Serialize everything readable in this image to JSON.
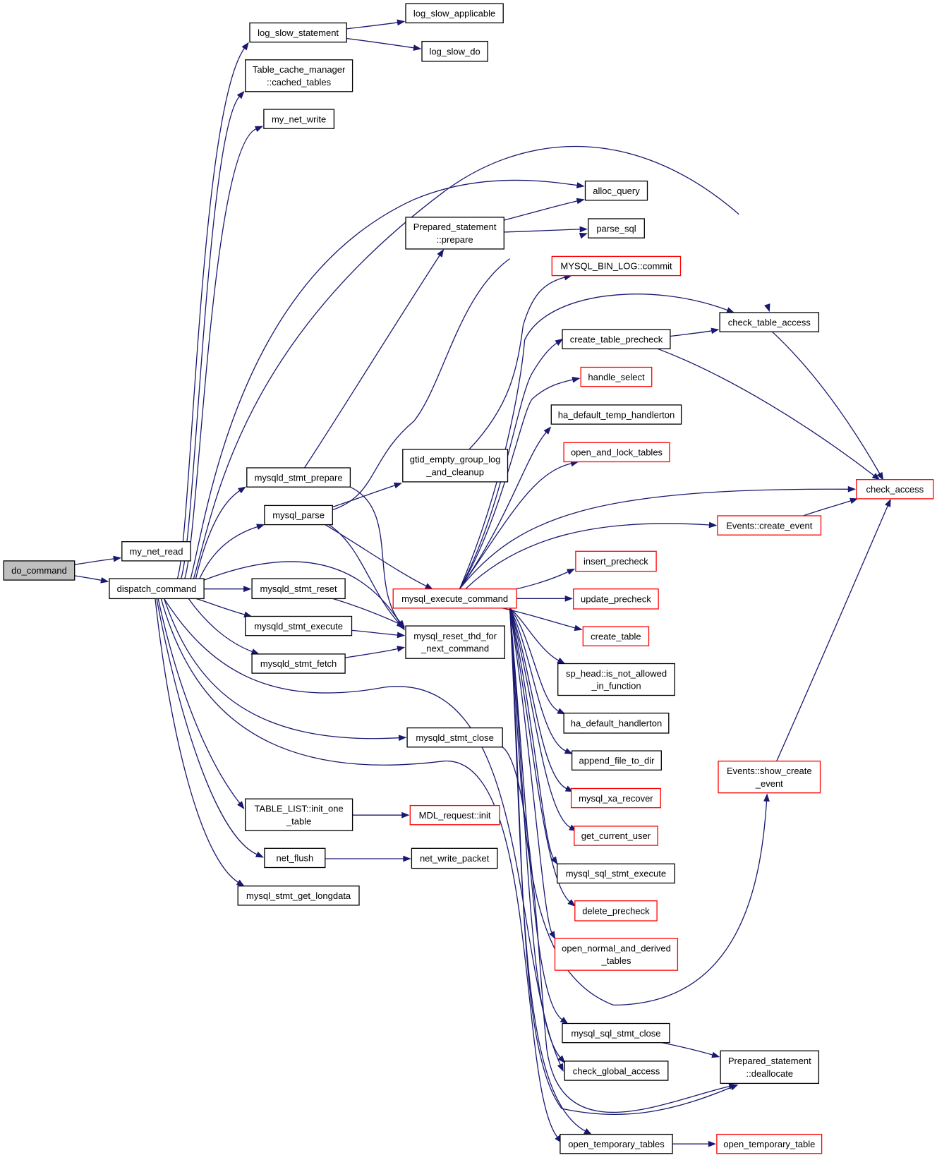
{
  "colors": {
    "edge": "#191970",
    "root_fill": "#bfbfbf",
    "normal_border": "#000000",
    "truncated_border": "#ff0000"
  },
  "nodes": {
    "do_command": {
      "lines": [
        "do_command"
      ],
      "style": "root"
    },
    "my_net_read": {
      "lines": [
        "my_net_read"
      ],
      "style": "normal"
    },
    "dispatch_command": {
      "lines": [
        "dispatch_command"
      ],
      "style": "normal"
    },
    "log_slow_statement": {
      "lines": [
        "log_slow_statement"
      ],
      "style": "normal"
    },
    "table_cache_cached_tables": {
      "lines": [
        "Table_cache_manager",
        "::cached_tables"
      ],
      "style": "normal"
    },
    "my_net_write": {
      "lines": [
        "my_net_write"
      ],
      "style": "normal"
    },
    "mysqld_stmt_prepare": {
      "lines": [
        "mysqld_stmt_prepare"
      ],
      "style": "normal"
    },
    "mysql_parse": {
      "lines": [
        "mysql_parse"
      ],
      "style": "normal"
    },
    "mysqld_stmt_reset": {
      "lines": [
        "mysqld_stmt_reset"
      ],
      "style": "normal"
    },
    "mysqld_stmt_execute": {
      "lines": [
        "mysqld_stmt_execute"
      ],
      "style": "normal"
    },
    "mysqld_stmt_fetch": {
      "lines": [
        "mysqld_stmt_fetch"
      ],
      "style": "normal"
    },
    "table_list_init_one_table": {
      "lines": [
        "TABLE_LIST::init_one",
        "_table"
      ],
      "style": "normal"
    },
    "net_flush": {
      "lines": [
        "net_flush"
      ],
      "style": "normal"
    },
    "mysql_stmt_get_longdata": {
      "lines": [
        "mysql_stmt_get_longdata"
      ],
      "style": "normal"
    },
    "log_slow_applicable": {
      "lines": [
        "log_slow_applicable"
      ],
      "style": "normal"
    },
    "log_slow_do": {
      "lines": [
        "log_slow_do"
      ],
      "style": "normal"
    },
    "prepared_statement_prepare": {
      "lines": [
        "Prepared_statement",
        "::prepare"
      ],
      "style": "normal"
    },
    "gtid_empty_group_log_and_cleanup": {
      "lines": [
        "gtid_empty_group_log",
        "_and_cleanup"
      ],
      "style": "normal"
    },
    "mysql_execute_command": {
      "lines": [
        "mysql_execute_command"
      ],
      "style": "truncated"
    },
    "mysql_reset_thd_for_next_command": {
      "lines": [
        "mysql_reset_thd_for",
        "_next_command"
      ],
      "style": "normal"
    },
    "mysqld_stmt_close": {
      "lines": [
        "mysqld_stmt_close"
      ],
      "style": "normal"
    },
    "mdl_request_init": {
      "lines": [
        "MDL_request::init"
      ],
      "style": "truncated"
    },
    "net_write_packet": {
      "lines": [
        "net_write_packet"
      ],
      "style": "normal"
    },
    "alloc_query": {
      "lines": [
        "alloc_query"
      ],
      "style": "normal"
    },
    "parse_sql": {
      "lines": [
        "parse_sql"
      ],
      "style": "normal"
    },
    "mysql_bin_log_commit": {
      "lines": [
        "MYSQL_BIN_LOG::commit"
      ],
      "style": "truncated"
    },
    "create_table_precheck": {
      "lines": [
        "create_table_precheck"
      ],
      "style": "normal"
    },
    "handle_select": {
      "lines": [
        "handle_select"
      ],
      "style": "truncated"
    },
    "ha_default_temp_handlerton": {
      "lines": [
        "ha_default_temp_handlerton"
      ],
      "style": "normal"
    },
    "open_and_lock_tables": {
      "lines": [
        "open_and_lock_tables"
      ],
      "style": "truncated"
    },
    "insert_precheck": {
      "lines": [
        "insert_precheck"
      ],
      "style": "truncated"
    },
    "update_precheck": {
      "lines": [
        "update_precheck"
      ],
      "style": "truncated"
    },
    "create_table": {
      "lines": [
        "create_table"
      ],
      "style": "truncated"
    },
    "sp_head_is_not_allowed_in_function": {
      "lines": [
        "sp_head::is_not_allowed",
        "_in_function"
      ],
      "style": "normal"
    },
    "ha_default_handlerton": {
      "lines": [
        "ha_default_handlerton"
      ],
      "style": "normal"
    },
    "append_file_to_dir": {
      "lines": [
        "append_file_to_dir"
      ],
      "style": "normal"
    },
    "mysql_xa_recover": {
      "lines": [
        "mysql_xa_recover"
      ],
      "style": "truncated"
    },
    "get_current_user": {
      "lines": [
        "get_current_user"
      ],
      "style": "truncated"
    },
    "mysql_sql_stmt_execute": {
      "lines": [
        "mysql_sql_stmt_execute"
      ],
      "style": "normal"
    },
    "delete_precheck": {
      "lines": [
        "delete_precheck"
      ],
      "style": "truncated"
    },
    "open_normal_and_derived_tables": {
      "lines": [
        "open_normal_and_derived",
        "_tables"
      ],
      "style": "truncated"
    },
    "mysql_sql_stmt_close": {
      "lines": [
        "mysql_sql_stmt_close"
      ],
      "style": "normal"
    },
    "check_global_access": {
      "lines": [
        "check_global_access"
      ],
      "style": "normal"
    },
    "open_temporary_tables": {
      "lines": [
        "open_temporary_tables"
      ],
      "style": "normal"
    },
    "check_table_access": {
      "lines": [
        "check_table_access"
      ],
      "style": "normal"
    },
    "check_access": {
      "lines": [
        "check_access"
      ],
      "style": "truncated"
    },
    "events_create_event": {
      "lines": [
        "Events::create_event"
      ],
      "style": "truncated"
    },
    "events_show_create_event": {
      "lines": [
        "Events::show_create",
        "_event"
      ],
      "style": "truncated"
    },
    "prepared_statement_deallocate": {
      "lines": [
        "Prepared_statement",
        "::deallocate"
      ],
      "style": "normal"
    },
    "open_temporary_table": {
      "lines": [
        "open_temporary_table"
      ],
      "style": "truncated"
    }
  },
  "edges": [
    [
      "do_command",
      "my_net_read"
    ],
    [
      "do_command",
      "dispatch_command"
    ],
    [
      "dispatch_command",
      "log_slow_statement"
    ],
    [
      "dispatch_command",
      "table_cache_cached_tables"
    ],
    [
      "dispatch_command",
      "my_net_write"
    ],
    [
      "dispatch_command",
      "alloc_query"
    ],
    [
      "dispatch_command",
      "check_table_access"
    ],
    [
      "dispatch_command",
      "mysqld_stmt_prepare"
    ],
    [
      "dispatch_command",
      "mysql_parse"
    ],
    [
      "dispatch_command",
      "mysql_reset_thd_for_next_command"
    ],
    [
      "dispatch_command",
      "mysqld_stmt_reset"
    ],
    [
      "dispatch_command",
      "mysqld_stmt_execute"
    ],
    [
      "dispatch_command",
      "mysqld_stmt_fetch"
    ],
    [
      "dispatch_command",
      "mysqld_stmt_close"
    ],
    [
      "dispatch_command",
      "check_global_access"
    ],
    [
      "dispatch_command",
      "open_temporary_tables"
    ],
    [
      "dispatch_command",
      "table_list_init_one_table"
    ],
    [
      "dispatch_command",
      "net_flush"
    ],
    [
      "dispatch_command",
      "mysql_stmt_get_longdata"
    ],
    [
      "log_slow_statement",
      "log_slow_applicable"
    ],
    [
      "log_slow_statement",
      "log_slow_do"
    ],
    [
      "mysqld_stmt_prepare",
      "prepared_statement_prepare"
    ],
    [
      "mysqld_stmt_prepare",
      "mysql_reset_thd_for_next_command"
    ],
    [
      "mysql_parse",
      "parse_sql"
    ],
    [
      "mysql_parse",
      "gtid_empty_group_log_and_cleanup"
    ],
    [
      "mysql_parse",
      "mysql_execute_command"
    ],
    [
      "mysql_parse",
      "mysql_reset_thd_for_next_command"
    ],
    [
      "mysqld_stmt_reset",
      "mysql_reset_thd_for_next_command"
    ],
    [
      "mysqld_stmt_execute",
      "mysql_reset_thd_for_next_command"
    ],
    [
      "mysqld_stmt_fetch",
      "mysql_reset_thd_for_next_command"
    ],
    [
      "mysqld_stmt_close",
      "prepared_statement_deallocate"
    ],
    [
      "table_list_init_one_table",
      "mdl_request_init"
    ],
    [
      "net_flush",
      "net_write_packet"
    ],
    [
      "prepared_statement_prepare",
      "alloc_query"
    ],
    [
      "prepared_statement_prepare",
      "parse_sql"
    ],
    [
      "gtid_empty_group_log_and_cleanup",
      "mysql_bin_log_commit"
    ],
    [
      "mysql_execute_command",
      "check_table_access"
    ],
    [
      "mysql_execute_command",
      "create_table_precheck"
    ],
    [
      "mysql_execute_command",
      "handle_select"
    ],
    [
      "mysql_execute_command",
      "ha_default_temp_handlerton"
    ],
    [
      "mysql_execute_command",
      "open_and_lock_tables"
    ],
    [
      "mysql_execute_command",
      "check_access"
    ],
    [
      "mysql_execute_command",
      "events_create_event"
    ],
    [
      "mysql_execute_command",
      "insert_precheck"
    ],
    [
      "mysql_execute_command",
      "update_precheck"
    ],
    [
      "mysql_execute_command",
      "create_table"
    ],
    [
      "mysql_execute_command",
      "sp_head_is_not_allowed_in_function"
    ],
    [
      "mysql_execute_command",
      "ha_default_handlerton"
    ],
    [
      "mysql_execute_command",
      "append_file_to_dir"
    ],
    [
      "mysql_execute_command",
      "mysql_xa_recover"
    ],
    [
      "mysql_execute_command",
      "get_current_user"
    ],
    [
      "mysql_execute_command",
      "mysql_sql_stmt_execute"
    ],
    [
      "mysql_execute_command",
      "delete_precheck"
    ],
    [
      "mysql_execute_command",
      "open_normal_and_derived_tables"
    ],
    [
      "mysql_execute_command",
      "events_show_create_event"
    ],
    [
      "mysql_execute_command",
      "mysql_sql_stmt_close"
    ],
    [
      "mysql_execute_command",
      "check_global_access"
    ],
    [
      "mysql_execute_command",
      "prepared_statement_deallocate"
    ],
    [
      "mysql_execute_command",
      "open_temporary_tables"
    ],
    [
      "create_table_precheck",
      "check_table_access"
    ],
    [
      "create_table_precheck",
      "check_access"
    ],
    [
      "check_table_access",
      "check_access"
    ],
    [
      "events_create_event",
      "check_access"
    ],
    [
      "events_show_create_event",
      "check_access"
    ],
    [
      "mysql_sql_stmt_close",
      "prepared_statement_deallocate"
    ],
    [
      "open_temporary_tables",
      "open_temporary_table"
    ]
  ]
}
